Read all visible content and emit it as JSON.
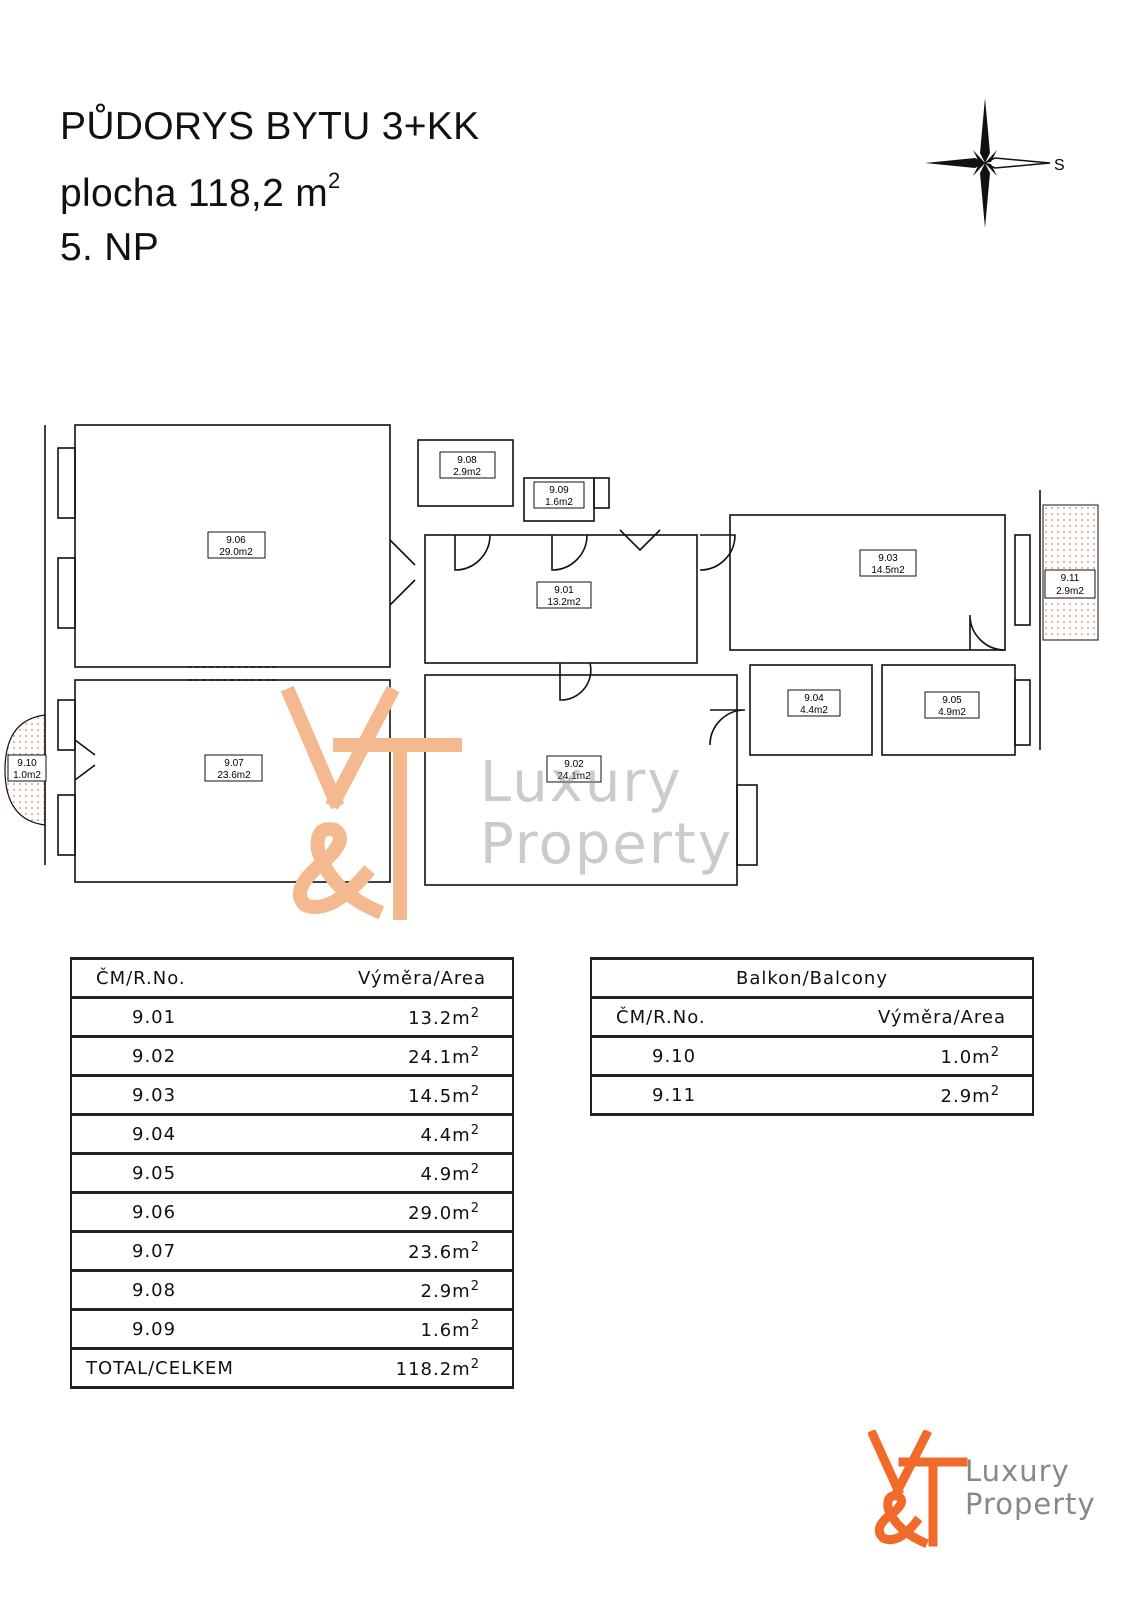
{
  "header": {
    "line1": "PŮDORYS  BYTU 3+KK",
    "line2_prefix": "plocha 118,2 m",
    "line2_sup": "2",
    "line3": "5. NP"
  },
  "compass": {
    "label": "S",
    "icon": "compass-rose-icon"
  },
  "rooms": [
    {
      "id": "9.06",
      "area": "29.0m2"
    },
    {
      "id": "9.07",
      "area": "23.6m2"
    },
    {
      "id": "9.08",
      "area": "2.9m2"
    },
    {
      "id": "9.09",
      "area": "1.6m2"
    },
    {
      "id": "9.01",
      "area": "13.2m2"
    },
    {
      "id": "9.02",
      "area": "24.1m2"
    },
    {
      "id": "9.03",
      "area": "14.5m2"
    },
    {
      "id": "9.04",
      "area": "4.4m2"
    },
    {
      "id": "9.05",
      "area": "4.9m2"
    },
    {
      "id": "9.10",
      "area": "1.0m2"
    },
    {
      "id": "9.11",
      "area": "2.9m2"
    }
  ],
  "watermark": {
    "line1": "Luxury",
    "line2": "Property",
    "monogram": "Y&T"
  },
  "area_table": {
    "col1": "ČM/R.No.",
    "col2": "Výměra/Area",
    "rows": [
      {
        "no": "9.01",
        "area": "13.2m",
        "unit_sup": "2"
      },
      {
        "no": "9.02",
        "area": "24.1m",
        "unit_sup": "2"
      },
      {
        "no": "9.03",
        "area": "14.5m",
        "unit_sup": "2"
      },
      {
        "no": "9.04",
        "area": "4.4m",
        "unit_sup": "2"
      },
      {
        "no": "9.05",
        "area": "4.9m",
        "unit_sup": "2"
      },
      {
        "no": "9.06",
        "area": "29.0m",
        "unit_sup": "2"
      },
      {
        "no": "9.07",
        "area": "23.6m",
        "unit_sup": "2"
      },
      {
        "no": "9.08",
        "area": "2.9m",
        "unit_sup": "2"
      },
      {
        "no": "9.09",
        "area": "1.6m",
        "unit_sup": "2"
      }
    ],
    "total_label": "TOTAL/CELKEM",
    "total_value": "118.2m",
    "total_sup": "2"
  },
  "balcony_table": {
    "caption": "Balkon/Balcony",
    "col1": "ČM/R.No.",
    "col2": "Výměra/Area",
    "rows": [
      {
        "no": "9.10",
        "area": "1.0m",
        "unit_sup": "2"
      },
      {
        "no": "9.11",
        "area": "2.9m",
        "unit_sup": "2"
      }
    ]
  },
  "brand": {
    "line1": "Luxury",
    "line2": "Property",
    "monogram": "Y&T"
  },
  "colors": {
    "accent": "#f26a2a",
    "watermark": "#f5b98f",
    "hatch": "#e8a87c"
  }
}
